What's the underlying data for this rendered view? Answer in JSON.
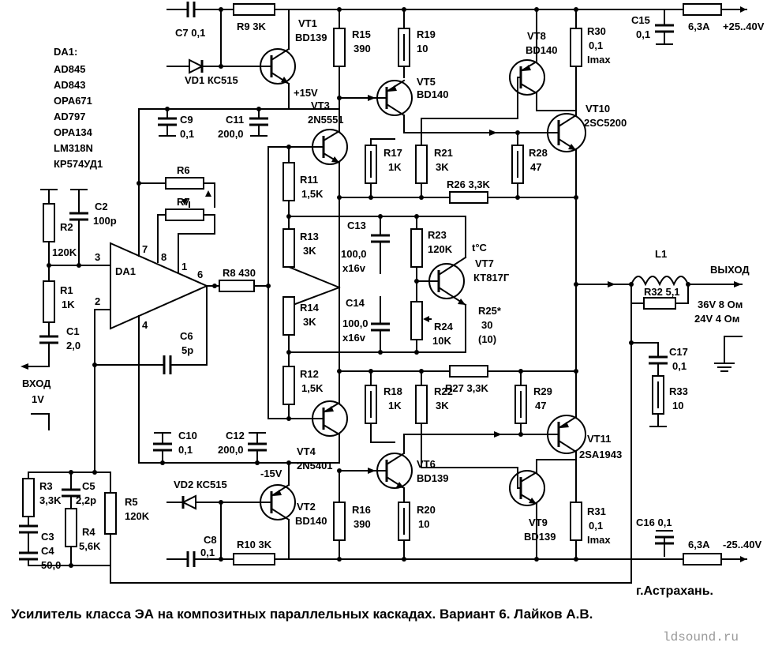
{
  "caption": "Усилитель класса ЭА  на композитных параллельных каскадах.  Вариант 6.  Лайков А.В.",
  "city": "г.Астрахань.",
  "site": "ldsound.ru",
  "opamp": {
    "title": "DA1:",
    "options": [
      "AD845",
      "AD843",
      "OPA671",
      "AD797",
      "OPA134",
      "LM318N",
      "КР574УД1"
    ],
    "name": "DA1",
    "pins": [
      "7",
      "8",
      "1",
      "6",
      "3",
      "2",
      "4"
    ]
  },
  "io": {
    "input_label": "ВХОД",
    "input_level": "1V",
    "output_label": "ВЫХОД",
    "load_36": "36V  8 Ом",
    "load_24": "24V  4 Ом",
    "supply_pos": "+25..40V",
    "supply_neg": "-25..40V",
    "rail_pos": "+15V",
    "rail_neg": "-15V",
    "fuse": "6,3A"
  },
  "parts": {
    "C7": "C7  0,1",
    "R9": "R9 3K",
    "VD1": "VD1  КС515",
    "VT1": "VT1",
    "VT1_t": "BD139",
    "R15": "R15",
    "R15_v": "390",
    "R19": "R19",
    "R19_v": "10",
    "VT8": "VT8",
    "VT8_t": "BD140",
    "R30": "R30",
    "R30_v": "0,1",
    "R30_i": "Imax",
    "C15": "C15",
    "C15_v": "0,1",
    "VT5": "VT5",
    "VT5_t": "BD140",
    "C9": "C9",
    "C9_v": "0,1",
    "C11": "C11",
    "C11_v": "200,0",
    "VT3": "VT3",
    "VT3_t": "2N5551",
    "VT10": "VT10",
    "VT10_t": "2SC5200",
    "R17": "R17",
    "R17_v": "1K",
    "R21": "R21",
    "R21_v": "3K",
    "R28": "R28",
    "R28_v": "47",
    "R11": "R11",
    "R11_v": "1,5K",
    "R26": "R26  3,3K",
    "R6": "R6",
    "R7": "R7",
    "R2": "R2",
    "R2_v": "120K",
    "C2": "C2",
    "C2_v": "100p",
    "R13": "R13",
    "R13_v": "3K",
    "C13": "C13",
    "C13_v": "100,0",
    "C13_u": "x16v",
    "R23": "R23",
    "R23_v": "120K",
    "tC": "t°C",
    "VT7": "VT7",
    "VT7_t": "КТ817Г",
    "L1": "L1",
    "R32": "R32  5,1",
    "R1": "R1",
    "R1_v": "1K",
    "C1": "C1",
    "C1_v": "2,0",
    "R8": "R8  430",
    "R14": "R14",
    "R14_v": "3K",
    "C14": "C14",
    "C14_v": "100,0",
    "C14_u": "x16v",
    "R24": "R24",
    "R24_v": "10K",
    "R25": "R25*",
    "R25_v": "30",
    "R25_a": "(10)",
    "C6": "C6",
    "C6_v": "5p",
    "C17": "C17",
    "C17_v": "0,1",
    "R33": "R33",
    "R33_v": "10",
    "R12": "R12",
    "R12_v": "1,5K",
    "R27": "R27  3,3K",
    "R18": "R18",
    "R18_v": "1K",
    "R22": "R22",
    "R22_v": "3K",
    "R29": "R29",
    "R29_v": "47",
    "VT11": "VT11",
    "VT11_t": "2SA1943",
    "C10": "C10",
    "C10_v": "0,1",
    "C12": "C12",
    "C12_v": "200,0",
    "VT4": "VT4",
    "VT4_t": "2N5401",
    "VT6": "VT6",
    "VT6_t": "BD139",
    "R3": "R3",
    "R3_v": "3,3K",
    "C5": "C5",
    "C5_v": "2,2p",
    "R5": "R5",
    "R5_v": "120K",
    "VD2": "VD2  КС515",
    "C3": "C3",
    "C4": "C4",
    "C34_v": "50,0",
    "R4": "R4",
    "R4_v": "5,6K",
    "VT2": "VT2",
    "VT2_t": "BD140",
    "R16": "R16",
    "R16_v": "390",
    "R20": "R20",
    "R20_v": "10",
    "VT9": "VT9",
    "VT9_t": "BD139",
    "R31": "R31",
    "R31_v": "0,1",
    "R31_i": "Imax",
    "C8": "C8",
    "C8_v": "0,1",
    "R10": "R10 3K",
    "C16": "C16  0,1"
  }
}
